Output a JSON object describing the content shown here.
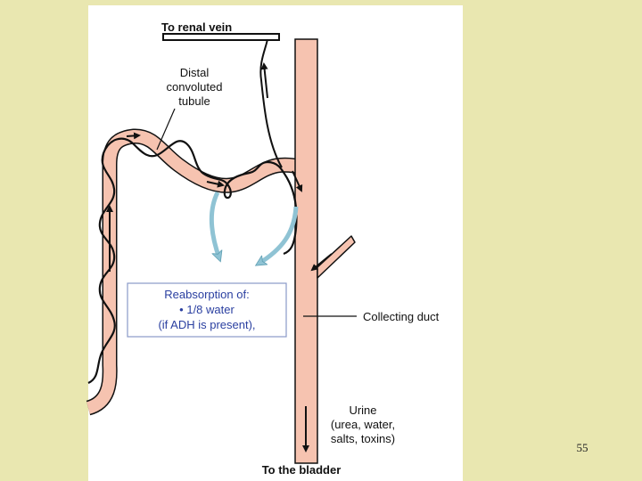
{
  "labels": {
    "to_renal_vein": "To renal vein",
    "distal_tubule": [
      "Distal",
      "convoluted",
      "tubule"
    ],
    "reabsorption": [
      "Reabsorption of:",
      "• 1/8 water",
      "(if ADH is present),"
    ],
    "collecting_duct": "Collecting duct",
    "urine": [
      "Urine",
      "(urea, water,",
      "salts, toxins)"
    ],
    "to_bladder": "To the bladder"
  },
  "page_number": "55",
  "colors": {
    "background": "#e9e7b0",
    "panel": "#ffffff",
    "tubule_fill": "#f6c3b0",
    "vessel": "#111111",
    "reabsorption_arrow": "#8fc3d4",
    "box_border": "#8a9ac8",
    "box_text": "#2a3fa0"
  }
}
